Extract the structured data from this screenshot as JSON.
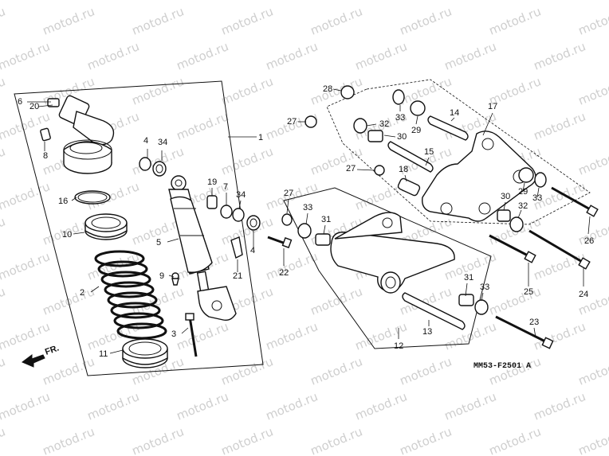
{
  "watermark": "motod.ru",
  "diagram_code": "MM53-F2501 A",
  "direction_label": "FR.",
  "callouts": {
    "p1": "1",
    "p2": "2",
    "p3": "3",
    "p4a": "4",
    "p4b": "4",
    "p5": "5",
    "p6": "6",
    "p7": "7",
    "p8": "8",
    "p9": "9",
    "p10": "10",
    "p11": "11",
    "p12": "12",
    "p13": "13",
    "p14": "14",
    "p15": "15",
    "p16": "16",
    "p17": "17",
    "p18": "18",
    "p19": "19",
    "p20": "20",
    "p21": "21",
    "p22": "22",
    "p23": "23",
    "p24": "24",
    "p25": "25",
    "p26": "26",
    "p27a": "27",
    "p27b": "27",
    "p27c": "27",
    "p28": "28",
    "p29a": "29",
    "p29b": "29",
    "p30a": "30",
    "p30b": "30",
    "p31a": "31",
    "p31b": "31",
    "p32a": "32",
    "p32b": "32",
    "p33a": "33",
    "p33b": "33",
    "p33c": "33",
    "p33d": "33",
    "p34a": "34",
    "p34b": "34"
  }
}
